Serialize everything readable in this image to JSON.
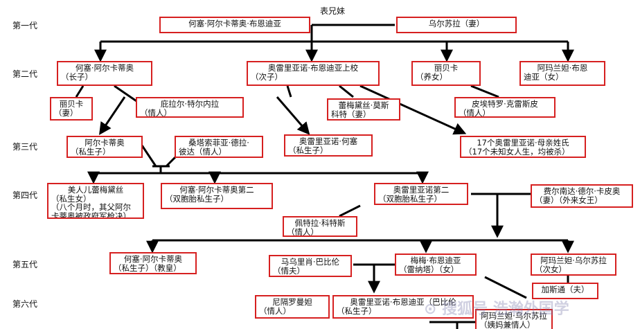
{
  "title": "表兄妹",
  "generations": [
    "第一代",
    "第二代",
    "第三代",
    "第四代",
    "第五代",
    "第六代"
  ],
  "nodes": {
    "jose_arcadio_buendia": {
      "l1": "何塞·阿尔卡蒂奥·布恩迪亚",
      "l2": ""
    },
    "ursula": {
      "l1": "乌尔苏拉（妻）",
      "l2": ""
    },
    "jose_arcadio": {
      "l1": "何塞·阿尔卡蒂奥",
      "l2": "（长子）"
    },
    "aureliano_colonel": {
      "l1": "奥雷里亚诺·布恩迪亚上校",
      "l2": "（次子）"
    },
    "rebeca_adopted": {
      "l1": "丽贝卡",
      "l2": "（养女）"
    },
    "amaranta": {
      "l1": "阿玛兰妲·布恩",
      "l2": "迪亚（女）"
    },
    "rebeca_wife": {
      "l1": "丽贝卡",
      "l2": "（妻）"
    },
    "pilar_ternera": {
      "l1": "庇拉尔·特尔内拉",
      "l2": "（情人）"
    },
    "remedios_moscote": {
      "l1": "蕾梅黛丝·莫斯",
      "l2": "科特（妻）"
    },
    "pietro_crespi": {
      "l1": "皮埃特罗·克雷斯皮",
      "l2": "（情人）"
    },
    "arcadio": {
      "l1": "阿尔卡蒂奥",
      "l2": "（私生子）"
    },
    "santa_sofia": {
      "l1": "桑塔索菲亚·德拉·",
      "l2": "彼达（情人）"
    },
    "aureliano_jose": {
      "l1": "奥雷里亚诺·何塞",
      "l2": "（私生子）"
    },
    "seventeen_aurelianos": {
      "l1": "17个奥雷里亚诺·母亲姓氏",
      "l2": "（17个未知女人生，均被杀）"
    },
    "remedios_beauty": {
      "l1": "美人儿蕾梅黛丝",
      "l2": "（私生女）",
      "l3": "（八个月时，其父阿尔",
      "l4": "卡蒂奥被政府军枪决）"
    },
    "jose_arcadio_segundo": {
      "l1": "何塞·阿尔卡蒂奥第二",
      "l2": "（双胞胎私生子）"
    },
    "aureliano_segundo": {
      "l1": "奥雷里亚诺第二",
      "l2": "（双胞胎私生子）"
    },
    "fernanda": {
      "l1": "费尔南达·德尔·卡皮奥",
      "l2": "（妻）（外来女王）"
    },
    "petra_cotes": {
      "l1": "佩特拉·科特斯",
      "l2": "（情人）"
    },
    "jose_arcadio_pope": {
      "l1": "何塞·阿尔卡蒂奥",
      "l2": "（私生子）（教皇）"
    },
    "mauricio_babilonia": {
      "l1": "马乌里肖·巴比伦",
      "l2": "（情夫）"
    },
    "meme": {
      "l1": "梅梅·布恩迪亚",
      "l2": "（雷纳塔）（女）"
    },
    "amaranta_ursula": {
      "l1": "阿玛兰妲·乌尔苏拉",
      "l2": "（次女）"
    },
    "gaston": {
      "l1": "加斯通（夫）",
      "l2": ""
    },
    "nigromanta": {
      "l1": "尼隔罗曼妲",
      "l2": "（情人）"
    },
    "aureliano_babilonia": {
      "l1": "奥雷里亚诺·布恩迪亚（巴比伦",
      "l2": "（私生子）"
    },
    "partial_bottom": {
      "l1": "阿玛兰妲·乌尔苏拉",
      "l2": "（姨妈兼情人）"
    }
  },
  "watermark": "⊙ 搜狐号 浩瀚外国学"
}
